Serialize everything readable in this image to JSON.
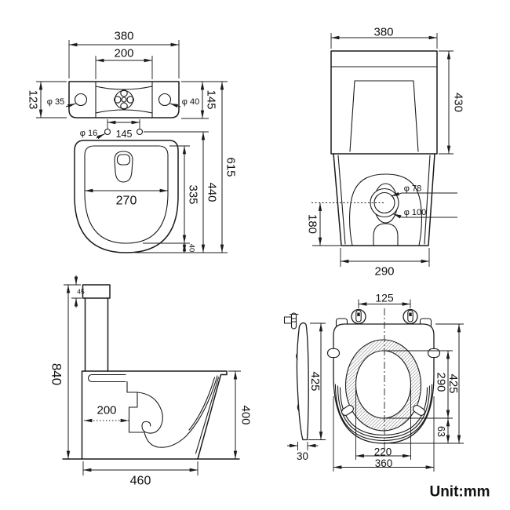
{
  "unit_label": "Unit:mm",
  "plan": {
    "tank_width": "380",
    "valve_span": "200",
    "tank_depth": "123",
    "tank_front_depth": "145",
    "left_hole": "φ 35",
    "right_hole": "φ 40",
    "bolt_hole": "φ 16",
    "bolt_spacing": "145",
    "bowl_inner_width": "270",
    "bowl_inner_length": "335",
    "bowl_length": "440",
    "total_length": "615",
    "front_rim": "40"
  },
  "back": {
    "tank_width": "380",
    "tank_height": "430",
    "outlet_height": "180",
    "outlet_inner": "φ 78",
    "outlet_outer": "φ 100",
    "base_width": "290"
  },
  "side": {
    "total_height": "840",
    "lid_height": "45",
    "trap_offset": "200",
    "bowl_height": "400",
    "base_depth": "460"
  },
  "seat": {
    "hinge_spacing": "125",
    "profile_length": "425",
    "profile_thickness": "30",
    "opening_length": "290",
    "total_length": "425",
    "rear_section": "63",
    "opening_width": "220",
    "total_width": "360"
  }
}
